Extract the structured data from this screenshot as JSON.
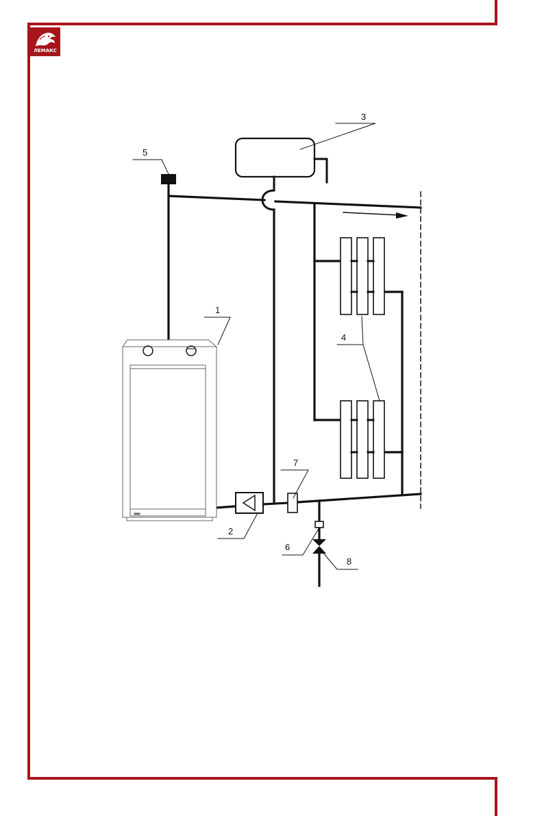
{
  "brand": {
    "name": "ЛЕМАКС",
    "frame_color": "#a8141c",
    "logo_icon": "lion-head-icon"
  },
  "diagram": {
    "callouts": {
      "boiler": "1",
      "pump": "2",
      "expansion_tank": "3",
      "radiators": "4",
      "air_vent": "5",
      "filter_mark": "6",
      "sensor": "7",
      "drain_valve": "8"
    }
  }
}
